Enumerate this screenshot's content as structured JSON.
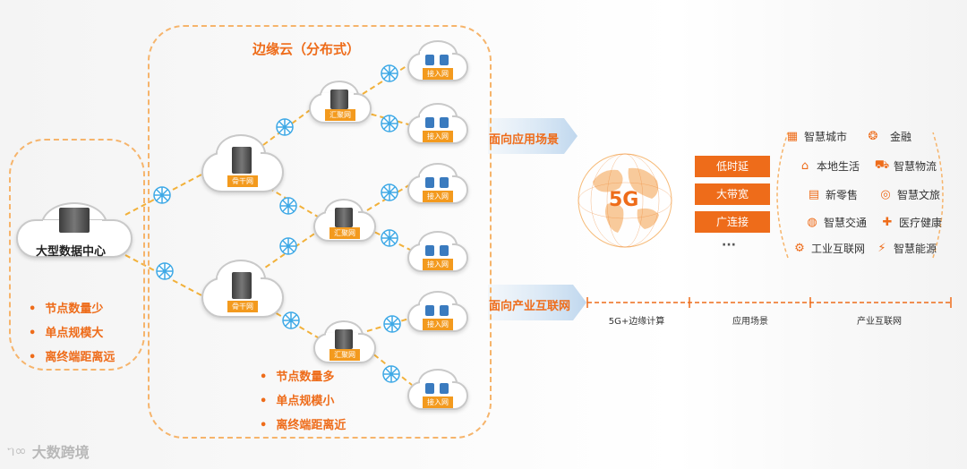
{
  "datacenter": {
    "label": "大型数据中心",
    "bullets": [
      "节点数量少",
      "单点规模大",
      "离终端距离远"
    ]
  },
  "edge": {
    "title": "边缘云（分布式）",
    "bullets": [
      "节点数量多",
      "单点规模小",
      "离终端距离近"
    ],
    "backbone_label": "骨干网",
    "aggregation_label": "汇聚网",
    "access_label": "接入网"
  },
  "arrows": {
    "app": "面向应用场景",
    "industry": "面向产业互联网"
  },
  "center": {
    "globe_label": "5G"
  },
  "features": [
    "低时延",
    "大带宽",
    "广连接",
    "···"
  ],
  "applications": {
    "left": [
      {
        "label": "智慧城市",
        "icon": "city-icon"
      },
      {
        "label": "本地生活",
        "icon": "shop-icon"
      },
      {
        "label": "新零售",
        "icon": "retail-icon"
      },
      {
        "label": "智慧交通",
        "icon": "traffic-icon"
      },
      {
        "label": "工业互联网",
        "icon": "gear-icon"
      }
    ],
    "right": [
      {
        "label": "金融",
        "icon": "finance-icon"
      },
      {
        "label": "智慧物流",
        "icon": "truck-icon"
      },
      {
        "label": "智慧文旅",
        "icon": "tourism-icon"
      },
      {
        "label": "医疗健康",
        "icon": "medical-icon"
      },
      {
        "label": "智慧能源",
        "icon": "energy-icon"
      }
    ]
  },
  "bottom_axis": [
    "5G+边缘计算",
    "应用场景",
    "产业互联网"
  ],
  "watermark": "大数跨境",
  "colors": {
    "accent": "#ee6c1a",
    "dash": "#f6b46b",
    "link": "#f2b13a",
    "node": "#3fa9e6"
  }
}
